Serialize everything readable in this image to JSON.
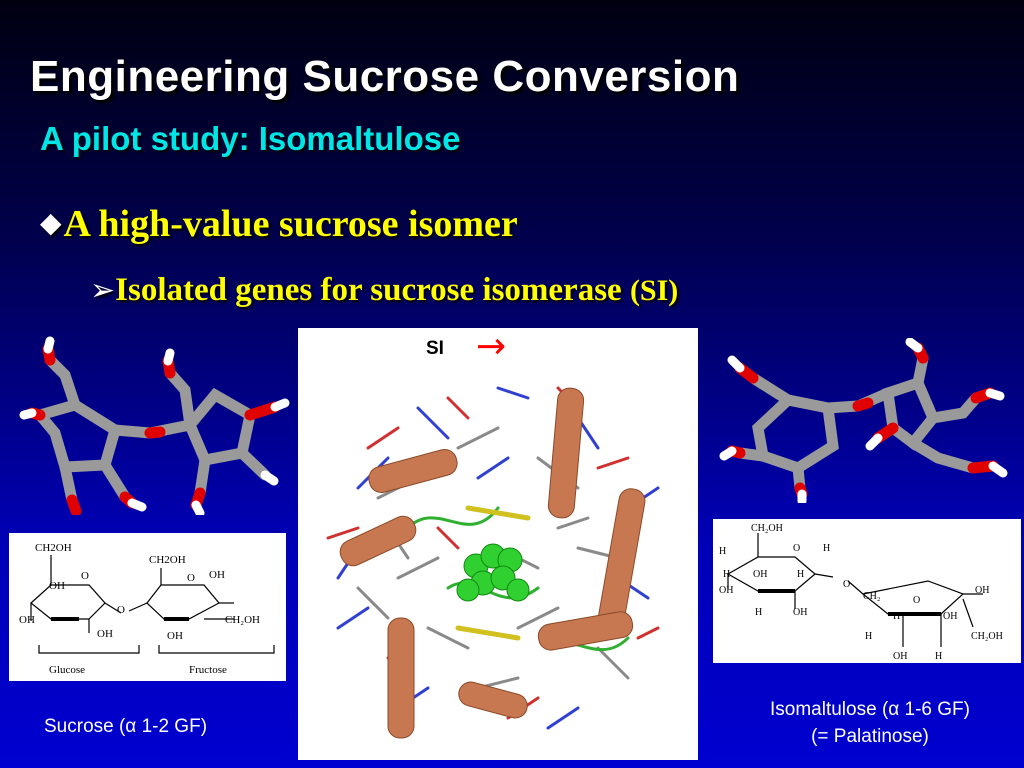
{
  "slide": {
    "title": "Engineering Sucrose Conversion",
    "subtitle": "A pilot study: Isomaltulose",
    "bullet1": "A high-value sucrose isomer",
    "bullet2_main": "Isolated genes for sucrose isomerase",
    "bullet2_paren": "(SI)"
  },
  "protein_panel": {
    "label": "SI",
    "arrow_icon": "red-right-arrow-icon"
  },
  "sucrose_structure": {
    "glucose_ch2oh": "CH2OH",
    "fructose_ch2oh": "CH2OH",
    "glucose_label": "Glucose",
    "fructose_label": "Fructose",
    "caption": "Sucrose (α 1-2 GF)"
  },
  "isomaltulose_structure": {
    "caption_line1": "Isomaltulose (α 1-6 GF)",
    "caption_line2": "(= Palatinose)"
  },
  "colors": {
    "title": "#ffffff",
    "subtitle": "#00e5e5",
    "bullets": "#ffff00",
    "arrow": "#ff0000",
    "carbon": "#a8a8a8",
    "oxygen": "#e00000",
    "hydrogen": "#ffffff"
  }
}
